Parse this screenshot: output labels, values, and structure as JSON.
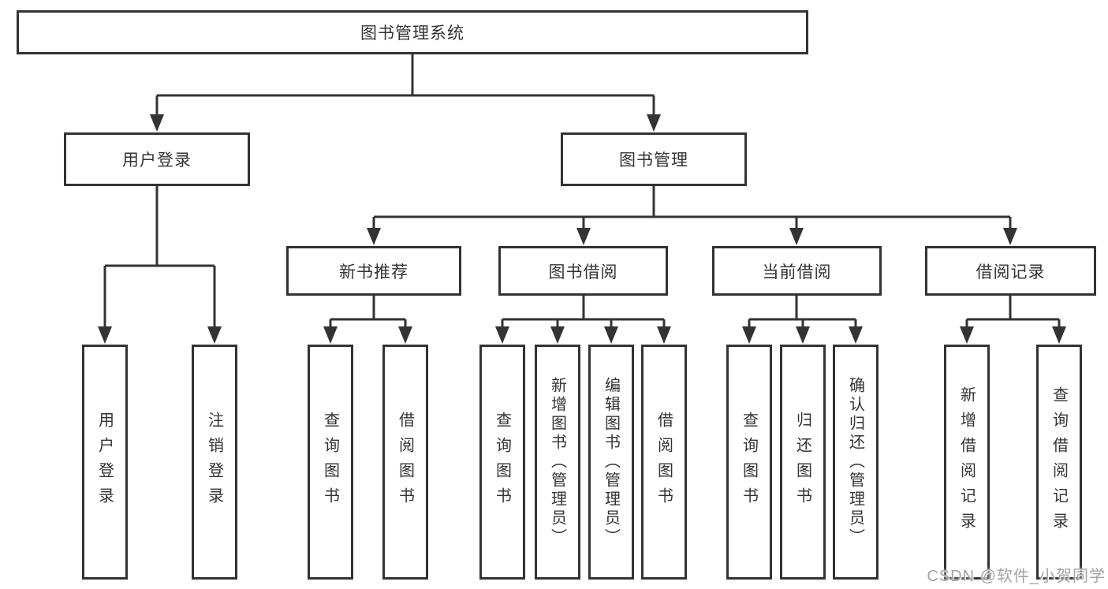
{
  "diagram": {
    "root": {
      "label": "图书管理系统"
    },
    "branches": [
      {
        "label": "用户登录",
        "children": [
          {
            "label": "用户登录"
          },
          {
            "label": "注销登录"
          }
        ]
      },
      {
        "label": "图书管理",
        "children": [
          {
            "label": "新书推荐",
            "children": [
              {
                "label": "查询图书"
              },
              {
                "label": "借阅图书"
              }
            ]
          },
          {
            "label": "图书借阅",
            "children": [
              {
                "label": "查询图书"
              },
              {
                "label": "新增图书（管理员）"
              },
              {
                "label": "编辑图书（管理员）"
              },
              {
                "label": "借阅图书"
              }
            ]
          },
          {
            "label": "当前借阅",
            "children": [
              {
                "label": "查询图书"
              },
              {
                "label": "归还图书"
              },
              {
                "label": "确认归还（管理员）"
              }
            ]
          },
          {
            "label": "借阅记录",
            "children": [
              {
                "label": "新增借阅记录"
              },
              {
                "label": "查询借阅记录"
              }
            ]
          }
        ]
      }
    ]
  },
  "watermark": {
    "text": "CSDN @软件_小贺同学"
  },
  "colors": {
    "line": "#333333",
    "text": "#333333",
    "background": "#ffffff",
    "watermark": "#a3a3a3"
  }
}
